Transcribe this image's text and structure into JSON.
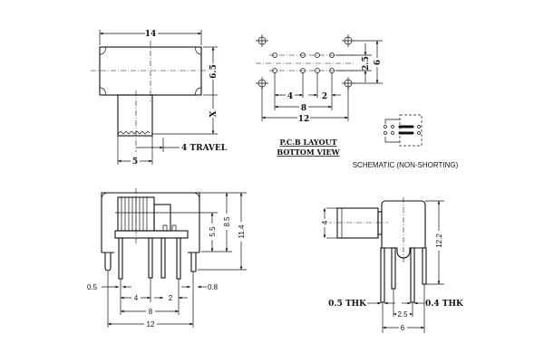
{
  "top_view": {
    "width": "14",
    "height": "6.5",
    "extension": "X",
    "travel": "4 TRAVEL",
    "actuator_width": "5"
  },
  "pcb_layout": {
    "row_pitch": "2.5",
    "mount_pitch": "6",
    "pin_pitch_a": "4",
    "pin_pitch_b": "2",
    "pin_span": "8",
    "mount_span": "12",
    "title_line1": "P.C.B LAYOUT",
    "title_line2": "BOTTOM VIEW"
  },
  "schematic": {
    "label": "SCHEMATIC (NON-SHORTING)"
  },
  "front_view": {
    "dim_5_5": "5.5",
    "dim_8_5": "8.5",
    "dim_11_4": "11.4",
    "pin_thk": "0.5",
    "lug_thk": "0.8",
    "pitch_a": "4",
    "pitch_b": "2",
    "pin_span": "8",
    "lug_span": "12"
  },
  "side_view": {
    "knob_dia": "4",
    "height": "12.2",
    "pin_thk": "0.5 THK",
    "lug_thk": "0.4 THK",
    "row_pitch": "2.5",
    "width": "6"
  }
}
